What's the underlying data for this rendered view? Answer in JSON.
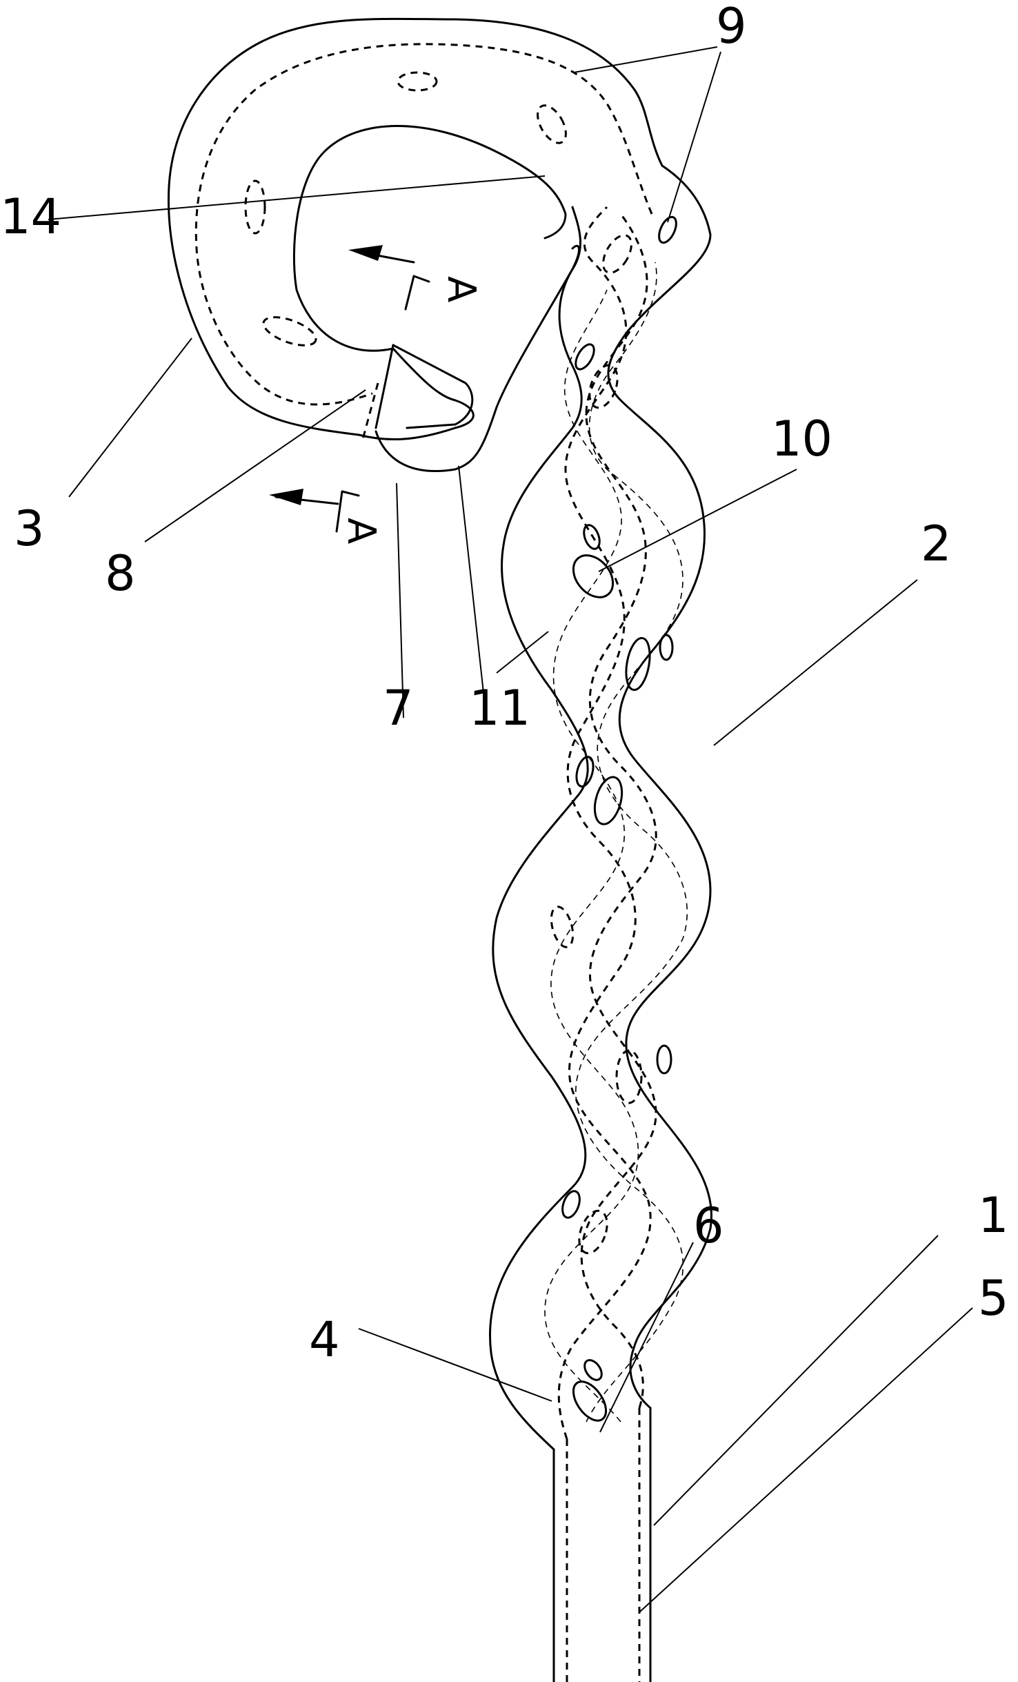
{
  "labels": {
    "l1": "1",
    "l2": "2",
    "l3": "3",
    "l4": "4",
    "l5": "5",
    "l6": "6",
    "l7": "7",
    "l8": "8",
    "l9": "9",
    "l10": "10",
    "l11": "11",
    "l14": "14"
  },
  "section_marks": {
    "top": "A",
    "bottom": "A"
  }
}
